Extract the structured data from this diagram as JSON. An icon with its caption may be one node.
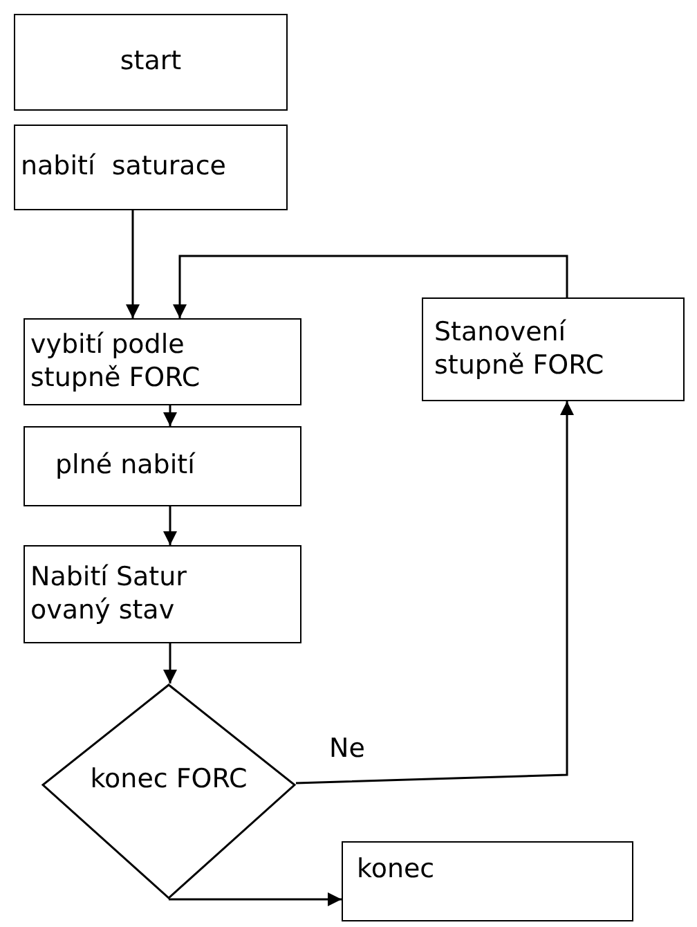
{
  "diagram": {
    "nodes": [
      {
        "text": [
          "start"
        ]
      },
      {
        "text": [
          "nabití  saturace"
        ]
      },
      {
        "text": [
          "vybití podle stupně FORC"
        ]
      },
      {
        "text": [
          "Stanovení stupně FORC"
        ]
      },
      {
        "text": [
          "plné nabití"
        ]
      },
      {
        "text": [
          "Nabití Satur ovaný stav"
        ]
      },
      {
        "text": [
          "konec FORC"
        ]
      },
      {
        "text": [
          "konec"
        ]
      }
    ],
    "edges": [
      {
        "from": 1,
        "to": 2,
        "arrow": "to"
      },
      {
        "from": 3,
        "to": 2,
        "arrow": "to"
      },
      {
        "from": 2,
        "to": 4,
        "arrow": "to"
      },
      {
        "from": 4,
        "to": 5,
        "arrow": "to"
      },
      {
        "from": 5,
        "to": 6,
        "arrow": "to"
      },
      {
        "from": 6,
        "to": 3,
        "arrow": "to",
        "label": "Ne"
      },
      {
        "from": 6,
        "to": 7,
        "arrow": "to"
      }
    ]
  }
}
